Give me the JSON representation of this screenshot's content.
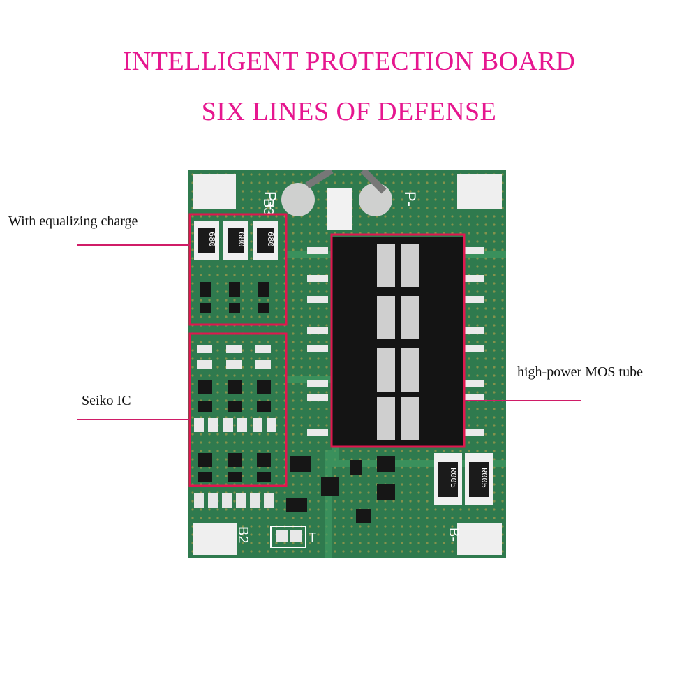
{
  "title": {
    "line1": "INTELLIGENT PROTECTION BOARD",
    "line2": "SIX LINES OF DEFENSE"
  },
  "callouts": {
    "equalizing": "With equalizing charge",
    "ic": "Seiko IC",
    "mos": "high-power MOS tube"
  },
  "board": {
    "pad_b3": "B3",
    "pad_p_plus": "P+",
    "pad_p_minus": "P-",
    "pad_b2": "B2",
    "pad_b_minus": "B-",
    "pad_t": "T",
    "resistor_code": "680",
    "shunt_code": "R005"
  },
  "colors": {
    "title": "#e6178f",
    "callout_line": "#d01c67",
    "highlight_box": "#e0164f",
    "pcb": "#2f7a4e"
  }
}
